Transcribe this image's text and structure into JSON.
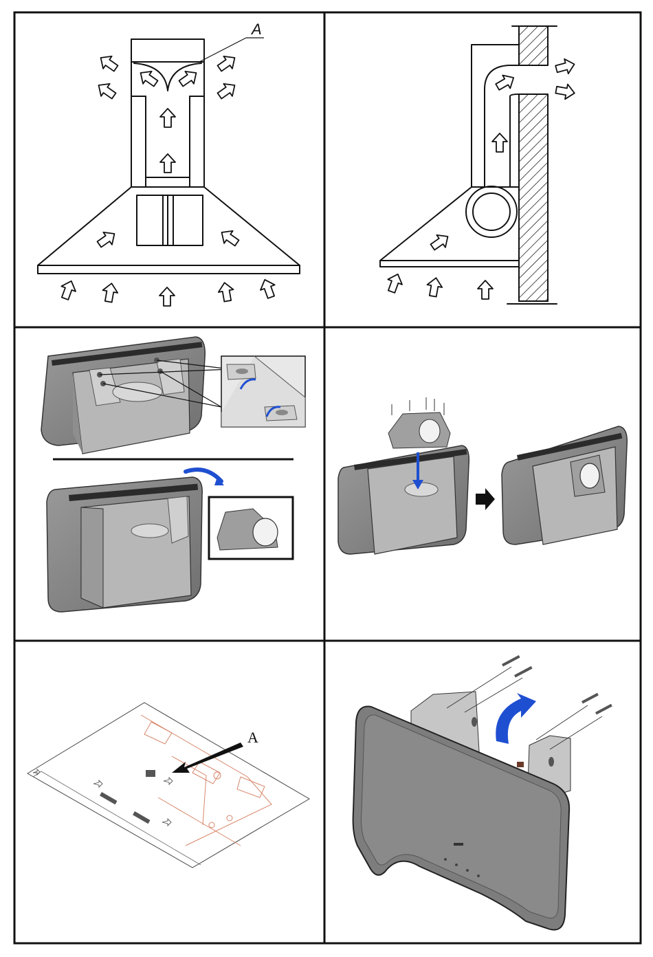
{
  "panels": [
    {
      "id": "recirculation-diagram",
      "callout_label": "A"
    },
    {
      "id": "exhaust-diagram"
    },
    {
      "id": "filter-install-steps"
    },
    {
      "id": "adapter-install-steps"
    },
    {
      "id": "mounting-template",
      "callout_label": "A"
    },
    {
      "id": "wall-mount-steps"
    }
  ],
  "colors": {
    "border": "#111111",
    "hood_body": "#7d7d7d",
    "hood_glass": "#8c8c8c",
    "hood_box": "#b3b3b3",
    "arrow_blue": "#1f4fd1",
    "template_lines": "#d8866a"
  }
}
